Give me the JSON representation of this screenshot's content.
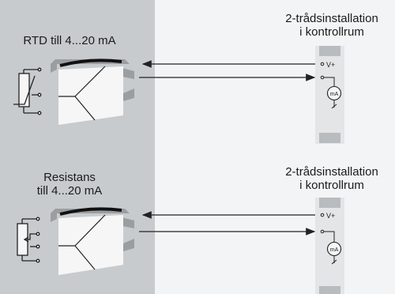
{
  "sections": [
    {
      "sensor_label": "RTD till 4...20 mA",
      "receiver_label_line1": "2-trådsinstallation",
      "receiver_label_line2": "i kontrollrum",
      "terminal_v": "V+",
      "meter_unit": "mA",
      "sensor_kind": "rtd-thermistor"
    },
    {
      "sensor_label_line1": "Resistans",
      "sensor_label_line2": "till 4...20 mA",
      "receiver_label_line1": "2-trådsinstallation",
      "receiver_label_line2": "i kontrollrum",
      "terminal_v": "V+",
      "meter_unit": "mA",
      "sensor_kind": "potentiometer"
    }
  ],
  "colors": {
    "left_panel": "#c8cbce",
    "right_panel": "#f3f4f5",
    "module_face": "#f6f6f6",
    "module_shadow": "#9b9ea1",
    "receiver_body": "#e3e5e6",
    "receiver_caps": "#b9bcbf",
    "line": "#222222"
  }
}
